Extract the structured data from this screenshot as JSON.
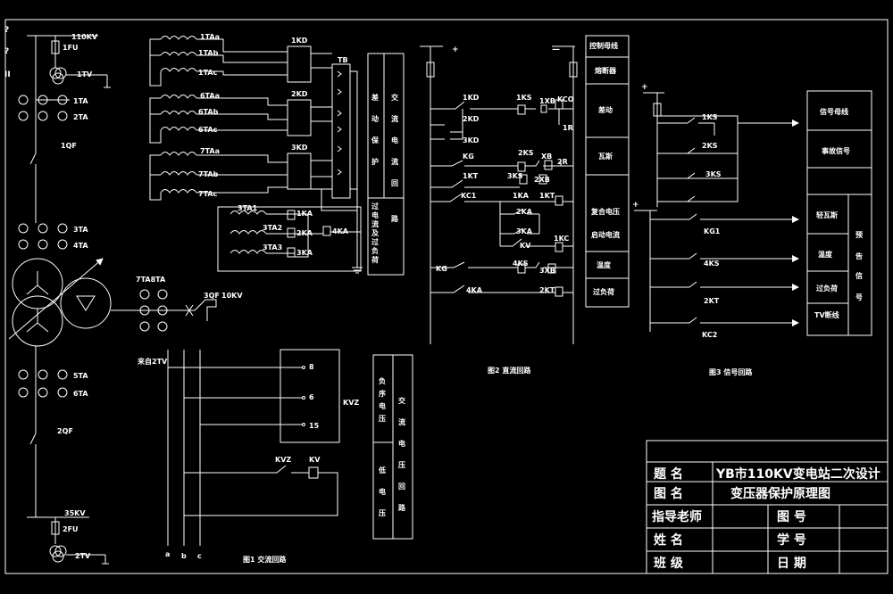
{
  "power": {
    "hv_voltage": "110KV",
    "fu1": "1FU",
    "tv1": "1TV",
    "ta1": "1TA",
    "ta2": "2TA",
    "qf1": "1QF",
    "ta3": "3TA",
    "ta4": "4TA",
    "ta78": "7TA8TA",
    "qf3": "3QF",
    "lv10": "10KV",
    "ta5": "5TA",
    "ta6": "6TA",
    "qf2": "2QF",
    "mv_voltage": "35KV",
    "fu2": "2FU",
    "tv2": "2TV",
    "mark_q1": "?",
    "mark_q2": "?",
    "mark_ii": "II"
  },
  "ac_circuit": {
    "cts": [
      "1TAa",
      "1TAb",
      "1TAc",
      "6TAa",
      "6TAb",
      "6TAc",
      "7TAa",
      "7TAb",
      "7TAc"
    ],
    "kd": [
      "1KD",
      "2KD",
      "3KD"
    ],
    "tb": "TB",
    "ta_lower": [
      "3TA1",
      "3TA2",
      "3TA3"
    ],
    "ka_lower": [
      "1KA",
      "2KA",
      "3KA"
    ],
    "ka4": "4KA",
    "box1_col1": [
      "差",
      "动",
      "保",
      "护"
    ],
    "box1_col2": [
      "交",
      "流",
      "电",
      "流",
      "回",
      "路"
    ],
    "box1_bottom": [
      "过",
      "电",
      "流",
      "及",
      "过",
      "负",
      "荷"
    ]
  },
  "voltage_circuit": {
    "source": "来自2TV",
    "terminals": [
      "8",
      "6",
      "15"
    ],
    "kvz": "KVZ",
    "kvz_contact": "KVZ",
    "kv": "KV",
    "phases": [
      "a",
      "b",
      "c"
    ],
    "caption": "图1  交流回路",
    "box_top": [
      "负",
      "序",
      "电",
      "压"
    ],
    "box_bottom": [
      "低",
      "电",
      "压"
    ],
    "box_right": [
      "交",
      "流",
      "电",
      "压",
      "回",
      "路"
    ]
  },
  "dc_circuit": {
    "plus": "+",
    "minus": "—",
    "labels": [
      "1KD",
      "2KD",
      "3KD",
      "KG",
      "1KT",
      "KC1",
      "KV",
      "4KA",
      "1KS",
      "1XB",
      "KCO",
      "1R",
      "2KS",
      "3KS",
      "XB",
      "2XB",
      "2R",
      "1KA",
      "2KA",
      "3KA",
      "1KT",
      "1KC",
      "4KS",
      "3XB",
      "2KT"
    ],
    "kg_symbol": "KG",
    "functions": [
      "控制母线",
      "熔断器",
      "差动",
      "瓦斯",
      "复合电压",
      "启动电流",
      "温度",
      "过负荷"
    ],
    "caption": "图2  直流回路"
  },
  "signal_circuit": {
    "plus1": "+",
    "plus2": "+",
    "relays": [
      "1KS",
      "2KS",
      "3KS"
    ],
    "contacts": [
      "KG1",
      "4KS",
      "2KT",
      "KC2"
    ],
    "top_labels": [
      "信号母线",
      "事故信号"
    ],
    "signals": [
      "轻瓦斯",
      "温度",
      "过负荷",
      "TV断线"
    ],
    "warning": [
      "预",
      "告",
      "信",
      "号"
    ],
    "caption": "图3  信号回路"
  },
  "title_block": {
    "title_label": "题    名",
    "title_value": "YB市110KV变电站二次设计",
    "drawing_label": "图    名",
    "drawing_value": "变压器保护原理图",
    "advisor_label": "指导老师",
    "drawing_no_label": "图    号",
    "name_label": "姓    名",
    "student_no_label": "学    号",
    "class_label": "班    级",
    "date_label": "日    期"
  }
}
